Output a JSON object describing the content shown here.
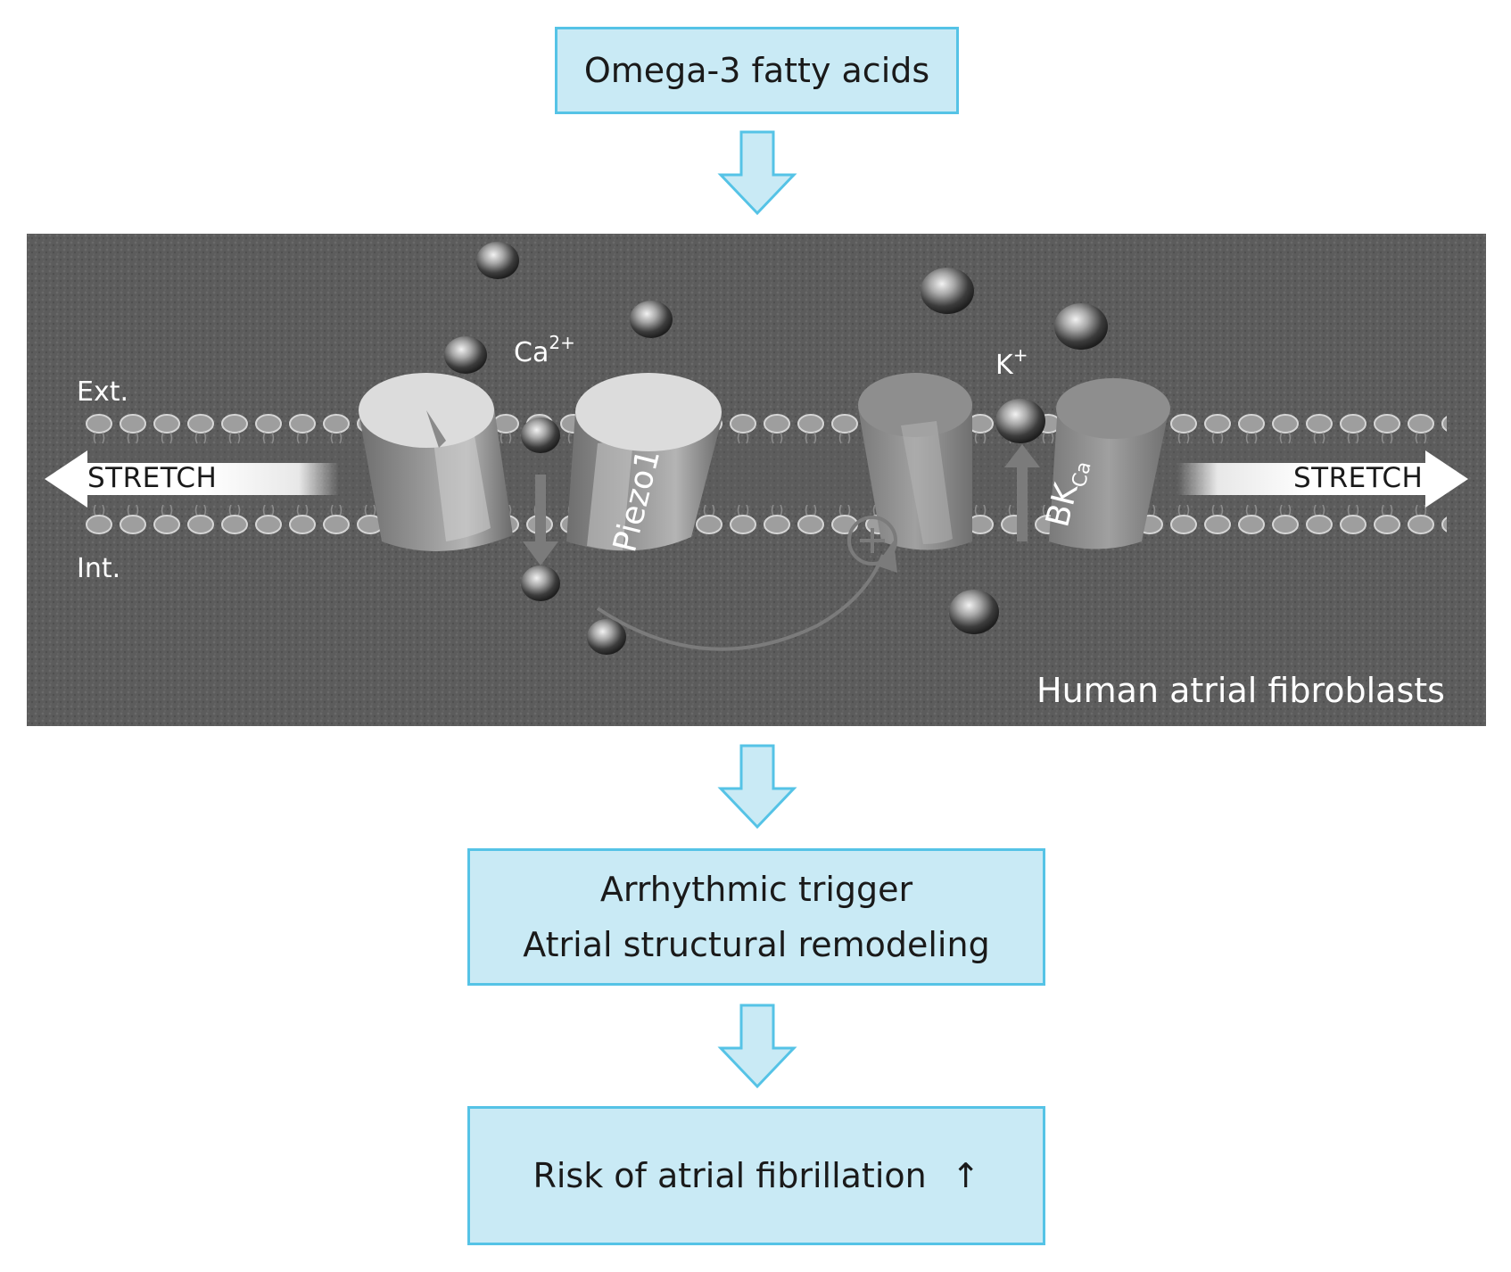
{
  "top_box": {
    "text": "Omega-3 fatty acids"
  },
  "membrane": {
    "ext_label": "Ext.",
    "int_label": "Int.",
    "stretch_left": "STRETCH",
    "stretch_right": "STRETCH",
    "ca_ion": "Ca",
    "ca_charge": "2+",
    "k_ion": "K",
    "k_charge": "+",
    "piezo_label": "Piezo1",
    "bk_label": "BK",
    "bk_subscript": "Ca",
    "cell_label": "Human atrial fibroblasts"
  },
  "middle_box": {
    "line1": "Arrhythmic trigger",
    "line2": "Atrial structural remodeling"
  },
  "bottom_box": {
    "text": "Risk of atrial fibrillation",
    "arrow": "↑"
  },
  "colors": {
    "box_fill": "#c9eaf5",
    "box_border": "#55c3e6",
    "panel": "#5e5e5e"
  }
}
